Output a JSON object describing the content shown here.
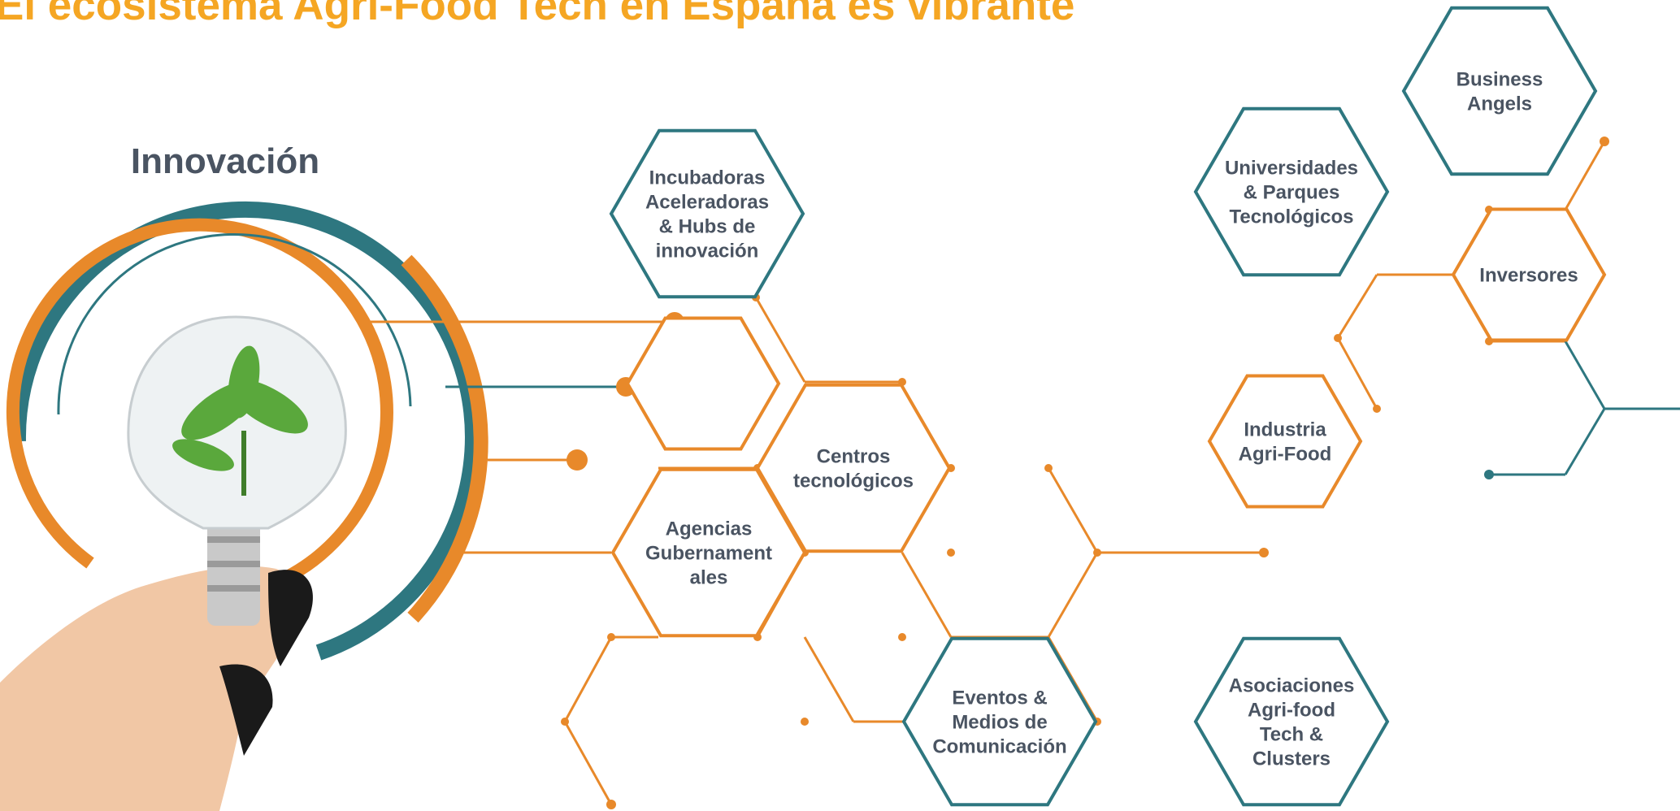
{
  "title": "El ecosistema Agri-Food Tech en España es vibrante",
  "innovation_label": "Innovación",
  "colors": {
    "orange": "#e8892a",
    "teal": "#2e7780",
    "title": "#f5a623",
    "text": "#4a5462"
  },
  "image": {
    "name": "hand-holding-lightbulb-with-plant"
  },
  "nodes": [
    {
      "id": "incubadoras",
      "lines": [
        "Incubadoras",
        "Aceleradoras",
        "& Hubs de",
        "innovación"
      ]
    },
    {
      "id": "blank-hexagon",
      "lines": []
    },
    {
      "id": "centros",
      "lines": [
        "Centros",
        "tecnológicos"
      ]
    },
    {
      "id": "agencias",
      "lines": [
        "Agencias",
        "Gubernament",
        "ales"
      ]
    },
    {
      "id": "eventos",
      "lines": [
        "Eventos &",
        "Medios de",
        "Comunicación"
      ]
    },
    {
      "id": "universidades",
      "lines": [
        "Universidades",
        "& Parques",
        "Tecnológicos"
      ]
    },
    {
      "id": "business-angels",
      "lines": [
        "Business",
        "Angels"
      ]
    },
    {
      "id": "inversores",
      "lines": [
        "Inversores"
      ]
    },
    {
      "id": "industria",
      "lines": [
        "Industria",
        "Agri-Food"
      ]
    },
    {
      "id": "asociaciones",
      "lines": [
        "Asociaciones",
        "Agri-food",
        "Tech &",
        "Clusters"
      ]
    }
  ]
}
